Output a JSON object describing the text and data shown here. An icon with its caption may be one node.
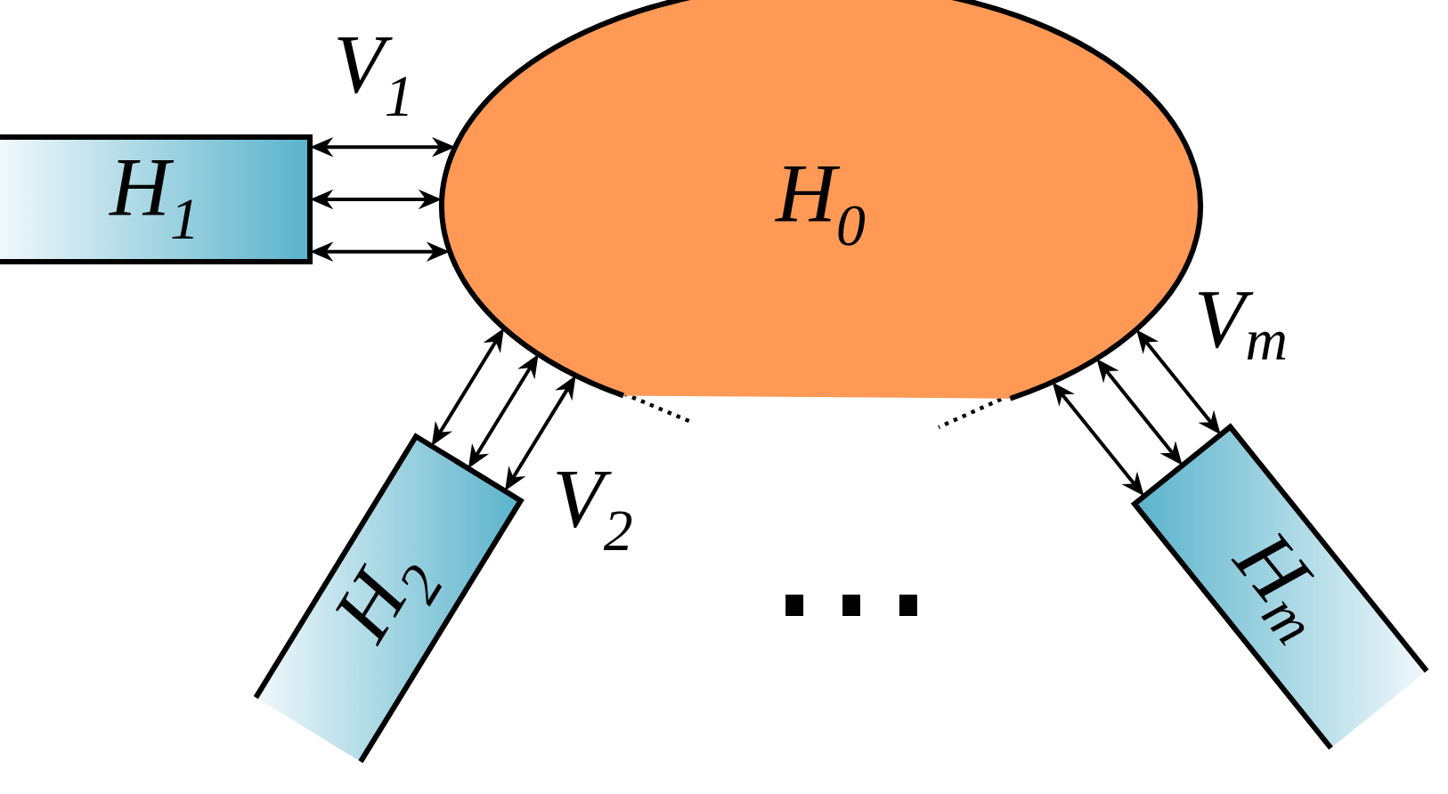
{
  "diagram": {
    "nodes": [
      {
        "text": [
          "H$_{0}$"
        ]
      },
      {
        "text": [
          "H$_{1}$"
        ]
      },
      {
        "text": [
          "H$_{2}$"
        ]
      },
      {
        "text": [
          "H$_{m}$"
        ]
      }
    ],
    "edges": [
      {
        "from": 1,
        "to": 0,
        "arrow": "both",
        "label": "V$_{1}$"
      },
      {
        "from": 1,
        "to": 0,
        "arrow": "both"
      },
      {
        "from": 1,
        "to": 0,
        "arrow": "both"
      },
      {
        "from": 2,
        "to": 0,
        "arrow": "both"
      },
      {
        "from": 2,
        "to": 0,
        "arrow": "both"
      },
      {
        "from": 2,
        "to": 0,
        "arrow": "both",
        "label": "V$_{2}$"
      },
      {
        "from": 3,
        "to": 0,
        "arrow": "both"
      },
      {
        "from": 3,
        "to": 0,
        "arrow": "both"
      },
      {
        "from": 3,
        "to": 0,
        "arrow": "both",
        "label": "V$_{m}$"
      }
    ],
    "labels": [
      "…"
    ]
  }
}
